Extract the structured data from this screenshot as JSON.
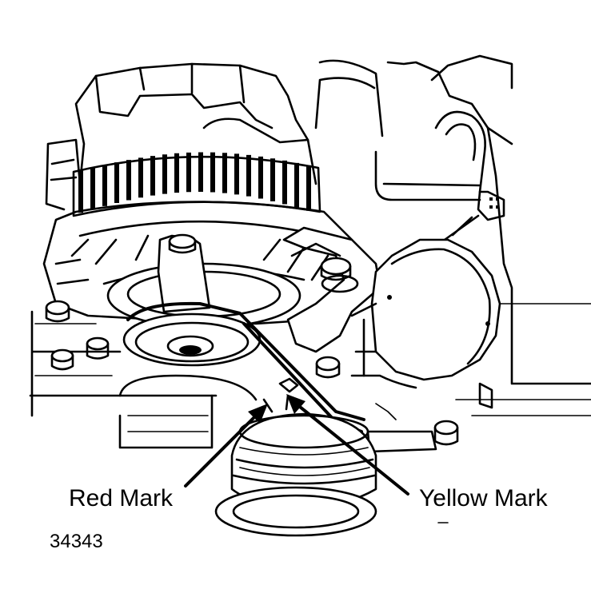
{
  "labels": {
    "red_mark": "Red Mark",
    "yellow_mark": "Yellow Mark",
    "figure_number": "34343"
  },
  "colors": {
    "ink": "#000000",
    "paper": "#ffffff"
  }
}
